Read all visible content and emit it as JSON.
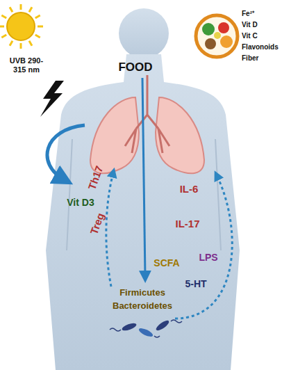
{
  "diagram": {
    "labels": [
      "UVB 290-315 nm",
      "FOOD",
      "Fe²⁺",
      "Vit D",
      "Vit C",
      "Flavonoids",
      "Fiber",
      "Th17",
      "Vit D3",
      "Treg",
      "IL-6",
      "IL-17",
      "SCFA",
      "LPS",
      "5-HT",
      "Firmicutes",
      "Bacteroidetes"
    ]
  }
}
